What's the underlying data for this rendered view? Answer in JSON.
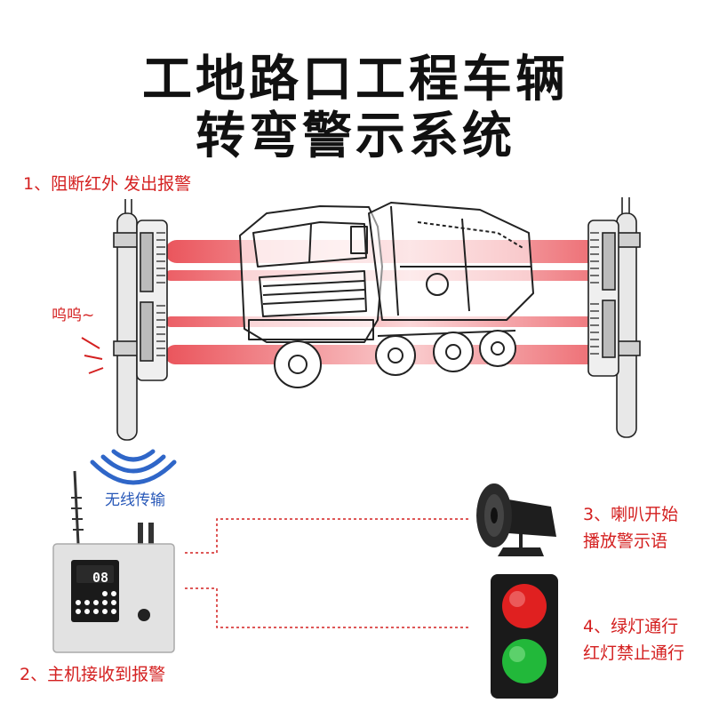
{
  "title": {
    "line1": "工地路口工程车辆",
    "line2": "转弯警示系统"
  },
  "steps": {
    "s1": "1、阻断红外 发出报警",
    "s2": "2、主机接收到报警",
    "s3_line1": "3、喇叭开始",
    "s3_line2": "播放警示语",
    "s4_line1": "4、绿灯通行",
    "s4_line2": "红灯禁止通行"
  },
  "annotations": {
    "alarm_sound": "呜呜~",
    "wireless": "无线传输"
  },
  "host_display": {
    "number": "08"
  },
  "colors": {
    "step_text": "#d42020",
    "wireless_text": "#2858b8",
    "beam": "#e8424a",
    "red_light": "#e02020",
    "green_light": "#22b83a"
  }
}
